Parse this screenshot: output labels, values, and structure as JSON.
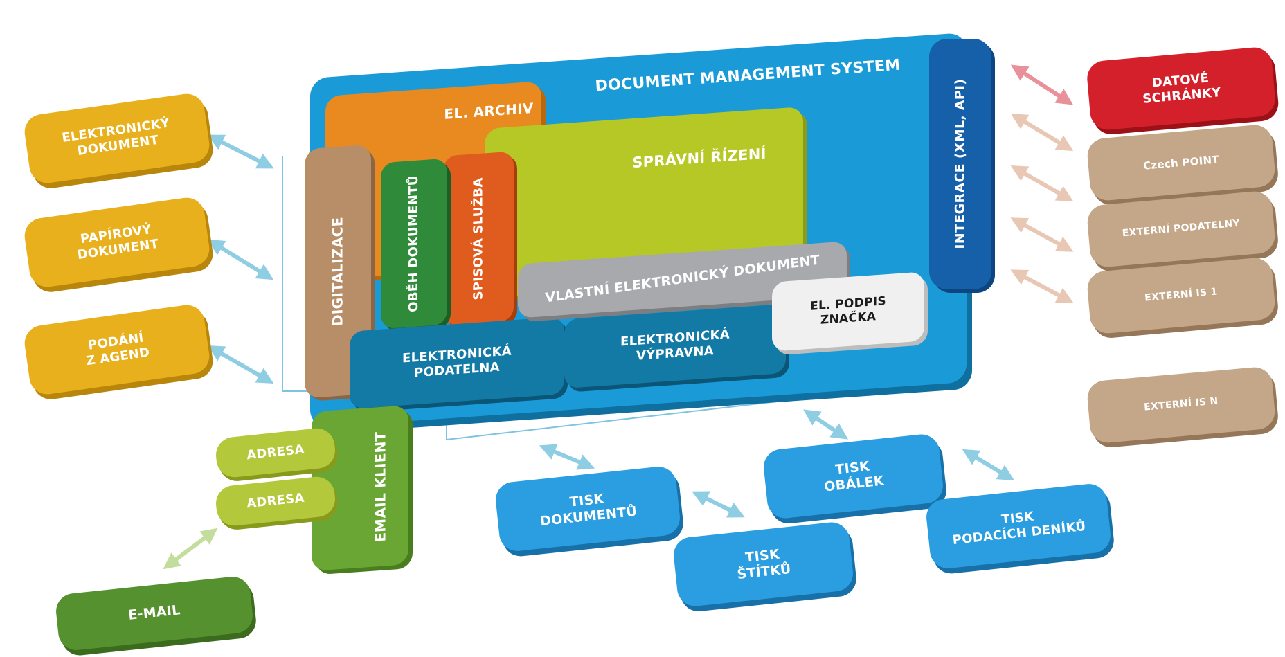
{
  "dms": {
    "title": "DOCUMENT MANAGEMENT SYSTEM",
    "el_archiv": "EL. ARCHIV",
    "spravni_rizeni": "SPRÁVNÍ ŘÍZENÍ",
    "digitalizace": "DIGITALIZACE",
    "obeh_dokumentu": "OBĚH\nDOKUMENTŮ",
    "spisova_sluzba": "SPISOVÁ\nSLUŽBA",
    "vlastni_dokument": "VLASTNÍ ELEKTRONICKÝ DOKUMENT",
    "el_podpis": "EL. PODPIS\nZNAČKA",
    "podatelna": "ELEKTRONICKÁ\nPODATELNA",
    "vypravna": "ELEKTRONICKÁ\nVÝPRAVNA",
    "integrace": "INTEGRACE (XML, API)"
  },
  "inputs": [
    {
      "label": "ELEKTRONICKÝ\nDOKUMENT"
    },
    {
      "label": "PAPÍROVÝ\nDOKUMENT"
    },
    {
      "label": "PODÁNÍ\nZ AGEND"
    }
  ],
  "email": {
    "klient": "EMAIL KLIENT",
    "adresa_1": "ADRESA",
    "adresa_2": "ADRESA",
    "email": "E-MAIL"
  },
  "external": [
    {
      "label": "DATOVÉ\nSCHRÁNKY"
    },
    {
      "label": "Czech POINT"
    },
    {
      "label": "EXTERNÍ PODATELNY"
    },
    {
      "label": "EXTERNÍ IS 1"
    },
    {
      "label": "EXTERNÍ IS N"
    }
  ],
  "print": [
    {
      "label": "TISK\nDOKUMENTŮ"
    },
    {
      "label": "TISK\nŠTÍTKŮ"
    },
    {
      "label": "TISK\nOBÁLEK"
    },
    {
      "label": "TISK\nPODACÍCH DENÍKŮ"
    }
  ],
  "colors": {
    "dms_blue": "#1a9bd8",
    "input_yellow": "#e8b01c",
    "archiv_orange": "#e88a20",
    "spravni_green": "#b5c826",
    "obeh_green": "#2f8a3a",
    "spisova_orange": "#e05c1e",
    "digitalizace_tan": "#b88e69",
    "vlastni_grey": "#a8a9ad",
    "podpis_white": "#f0f0f0",
    "podatelna_teal": "#137aa6",
    "integrace_navy": "#1560a8",
    "datove_red": "#d4202a",
    "external_tan": "#c4a688",
    "print_blue": "#2a9ee0",
    "email_green": "#6aa634",
    "adresa_green": "#b3c83a",
    "email_dark_green": "#55912e"
  }
}
